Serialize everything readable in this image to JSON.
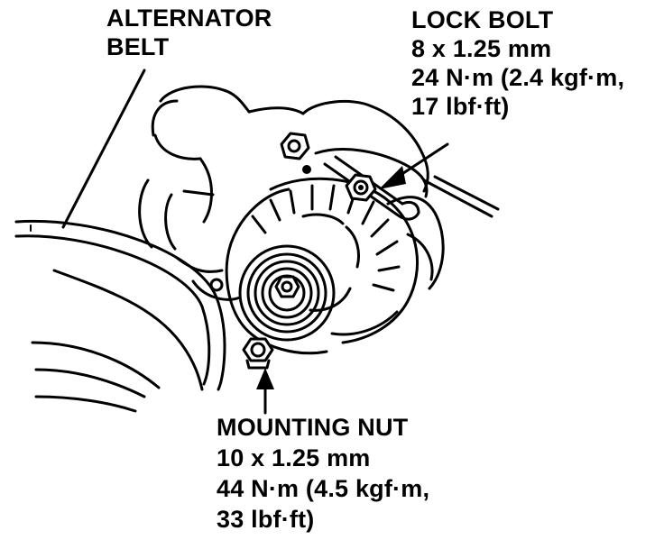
{
  "labels": {
    "belt": {
      "line1": "ALTERNATOR",
      "line2": "BELT"
    },
    "lock_bolt": {
      "title": "LOCK BOLT",
      "size": "8 x 1.25 mm",
      "torque": "24 N·m (2.4 kgf·m,",
      "torque_imperial": "17 lbf·ft)"
    },
    "mounting_nut": {
      "title": "MOUNTING NUT",
      "size": "10 x 1.25 mm",
      "torque": "44 N·m (4.5 kgf·m,",
      "torque_imperial": "33 lbf·ft)"
    }
  },
  "colors": {
    "ink": "#000000",
    "paper": "#ffffff"
  }
}
